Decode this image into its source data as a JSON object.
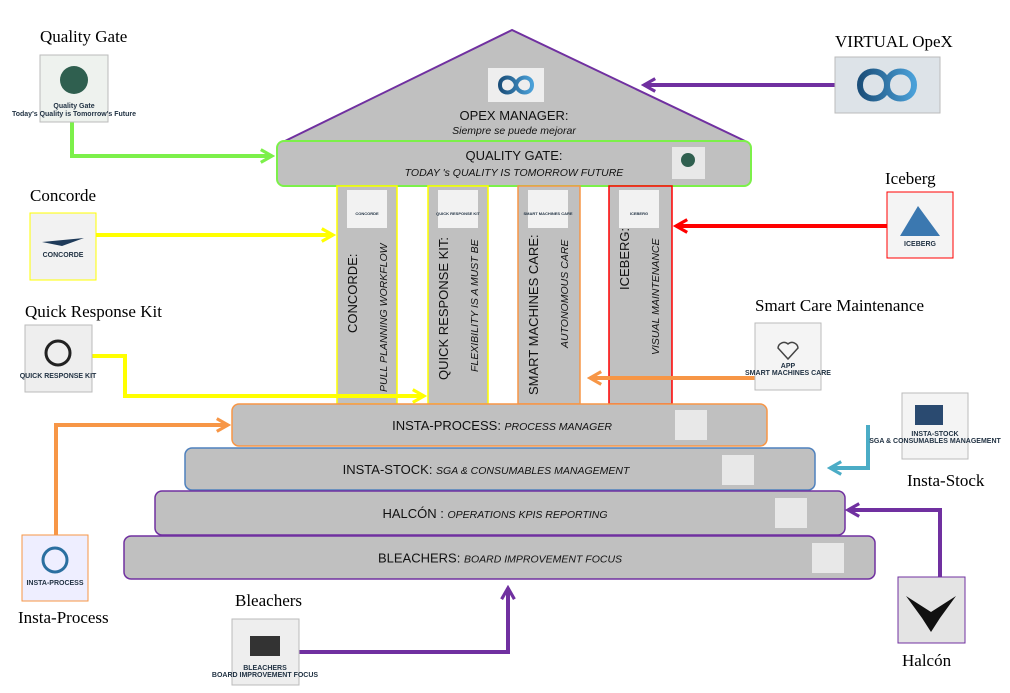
{
  "colors": {
    "gray": "#c0c0c0",
    "purple": "#7030a0",
    "green": "#7cf04a",
    "yellow": "#ffff00",
    "orange": "#f79646",
    "red": "#ff0000",
    "blue": "#4f81bd",
    "cyan": "#4bacc6"
  },
  "roof": {
    "title": "OPEX MANAGER:",
    "subtitle": "Siempre se puede mejorar",
    "icon": "infinity-icon"
  },
  "quality_gate": {
    "title": "QUALITY GATE:",
    "subtitle": "TODAY 's QUALITY IS TOMORROW FUTURE"
  },
  "pillars": [
    {
      "title": "CONCORDE:",
      "subtitle": "PULL PLANNING WORKFLOW",
      "logo": "CONCORDE"
    },
    {
      "title": "QUICK RESPONSE KIT:",
      "subtitle": "FLEXIBILITY IS A MUST BE",
      "logo": "QUICK RESPONSE KIT"
    },
    {
      "title": "SMART MACHINES CARE:",
      "subtitle": "AUTONOMOUS CARE",
      "logo": "SMART MACHINES CARE"
    },
    {
      "title": "ICEBERG:",
      "subtitle": "VISUAL MAINTENANCE",
      "logo": "ICEBERG"
    }
  ],
  "steps": [
    {
      "title": "INSTA-PROCESS: ",
      "subtitle": "PROCESS MANAGER"
    },
    {
      "title": "INSTA-STOCK: ",
      "subtitle": "SGA & CONSUMABLES MANAGEMENT"
    },
    {
      "title": "HALCÓN : ",
      "subtitle": "OPERATIONS KPIS REPORTING"
    },
    {
      "title": "BLEACHERS: ",
      "subtitle": "BOARD IMPROVEMENT FOCUS"
    }
  ],
  "sources": {
    "quality_gate": {
      "label": "Quality Gate",
      "logo": "Quality Gate",
      "tagline": "Today's Quality is Tomorrow's Future"
    },
    "concorde": {
      "label": "Concorde",
      "logo": "CONCORDE"
    },
    "qrk": {
      "label": "Quick Response Kit",
      "logo": "QUICK RESPONSE KIT"
    },
    "insta_process": {
      "label": "Insta-Process",
      "logo": "INSTA-PROCESS"
    },
    "bleachers": {
      "label": "Bleachers",
      "logo": "BLEACHERS",
      "tagline": "BOARD IMPROVEMENT FOCUS"
    },
    "virtual_opex": {
      "label": "VIRTUAL  OpeX"
    },
    "iceberg": {
      "label": "Iceberg",
      "logo": "ICEBERG"
    },
    "smart_care": {
      "label": "Smart Care Maintenance",
      "logo": "APP",
      "tagline": "SMART MACHINES CARE"
    },
    "insta_stock": {
      "label": "Insta-Stock",
      "logo": "INSTA-STOCK",
      "tagline": "SGA & CONSUMABLES MANAGEMENT"
    },
    "halcon": {
      "label": "Halcón"
    }
  }
}
